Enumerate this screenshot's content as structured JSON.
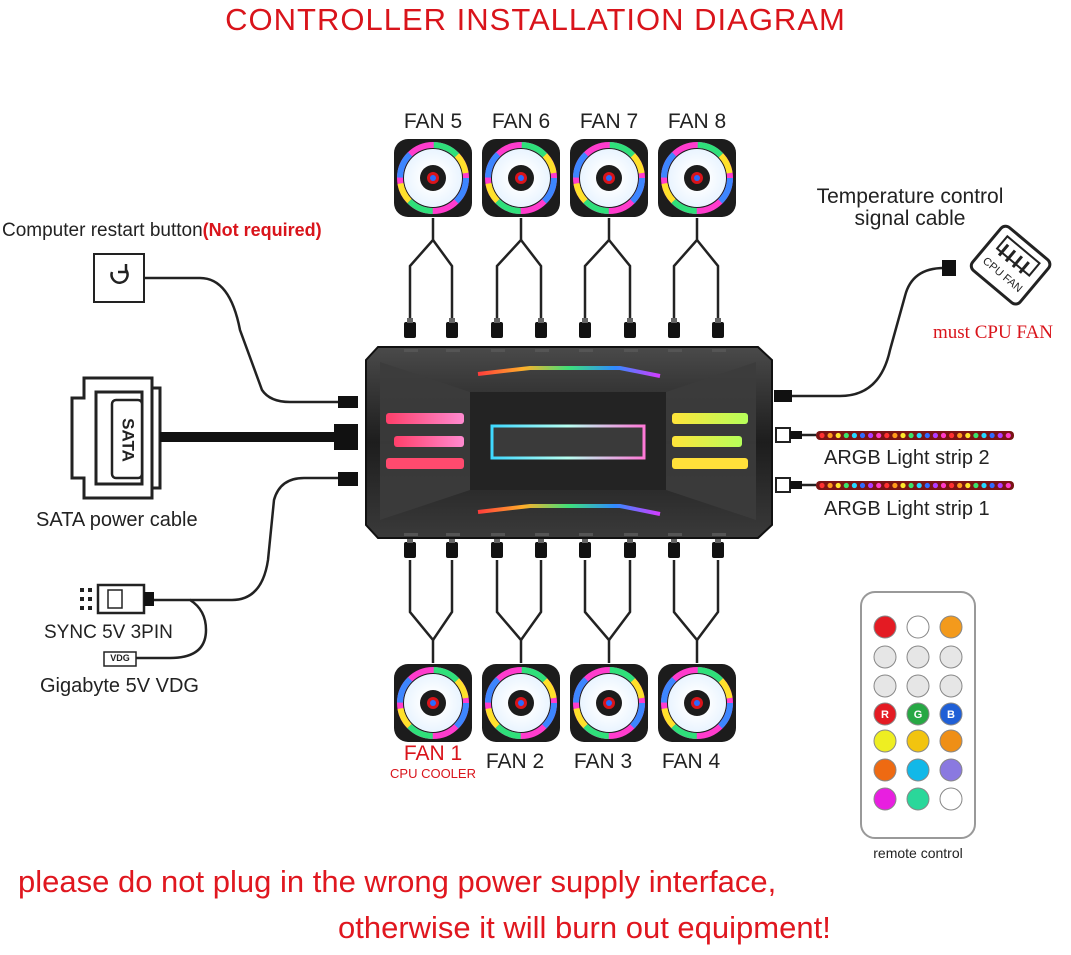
{
  "title": "CONTROLLER INSTALLATION DIAGRAM",
  "top_fans": [
    "FAN 5",
    "FAN 6",
    "FAN 7",
    "FAN 8"
  ],
  "bottom_fans": [
    "FAN 1",
    "FAN 2",
    "FAN 3",
    "FAN 4"
  ],
  "fan1_sub": "CPU COOLER",
  "restart": {
    "label": "Computer restart button",
    "note": "(Not required)"
  },
  "temperature": {
    "line1": "Temperature control",
    "line2": "signal cable",
    "connector_text": "CPU FAN",
    "note": "must CPU FAN"
  },
  "sata": {
    "label": "SATA power cable",
    "connector_text": "SATA"
  },
  "sync_label": "SYNC 5V 3PIN",
  "vdg_tag": "VDG",
  "gigabyte_label": "Gigabyte 5V VDG",
  "strips": [
    "ARGB Light strip 2",
    "ARGB Light strip 1"
  ],
  "remote": {
    "label": "remote control",
    "rgb_letters": [
      "R",
      "G",
      "B"
    ],
    "color_buttons": [
      "#eeee22",
      "#f2c40f",
      "#ef8f16",
      "#ee6a12",
      "#12b8e8",
      "#8a79e0",
      "#e81fe0",
      "#2ad79a",
      "#ffffff"
    ],
    "top_colors": [
      "#e41b23",
      "#ffffff",
      "#f39a1c"
    ],
    "rgb_colors": [
      "#e41b23",
      "#27a844",
      "#1f5fd6"
    ]
  },
  "warning": {
    "line1": "please do not plug in the wrong power supply interface,",
    "line2": "otherwise it will burn out equipment!"
  },
  "colors": {
    "accent_red": "#d9141b",
    "hub_dark": "#2b2b2b"
  }
}
